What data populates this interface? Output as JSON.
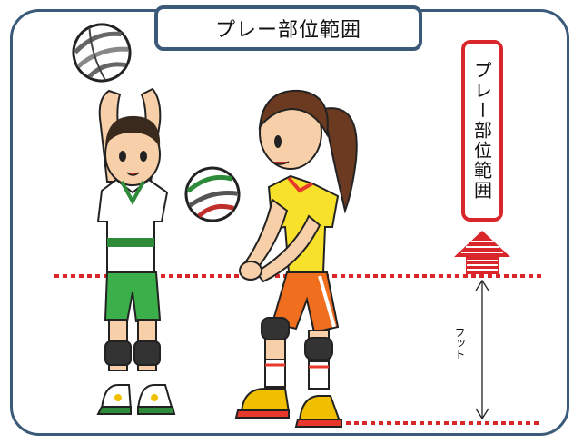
{
  "title": "プレー部位範囲",
  "vertical_label": "プレー部位範囲",
  "foot_label": "フット",
  "colors": {
    "frame_border": "#3b5a7a",
    "dashed_line": "#d9262b",
    "arrow": "#d9262b"
  },
  "icons": [
    "volleyball-icon",
    "up-arrow-icon",
    "double-arrow-icon"
  ]
}
